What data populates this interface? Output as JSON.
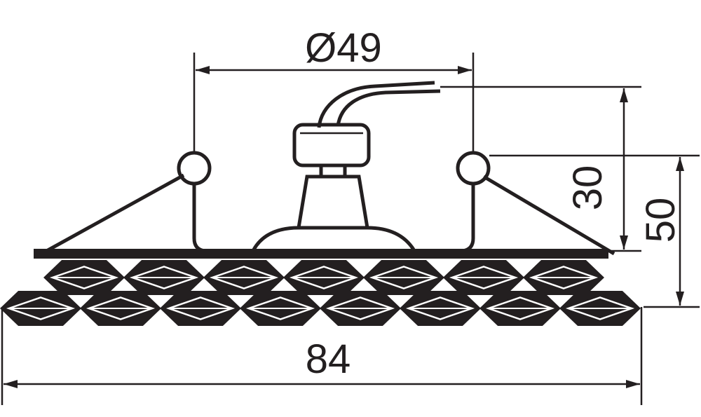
{
  "dimensions": {
    "diameter": "Ø49",
    "overall_width": "84",
    "upper_height": "30",
    "total_height": "50"
  },
  "colors": {
    "ink": "#231f20",
    "background": "#ffffff"
  }
}
